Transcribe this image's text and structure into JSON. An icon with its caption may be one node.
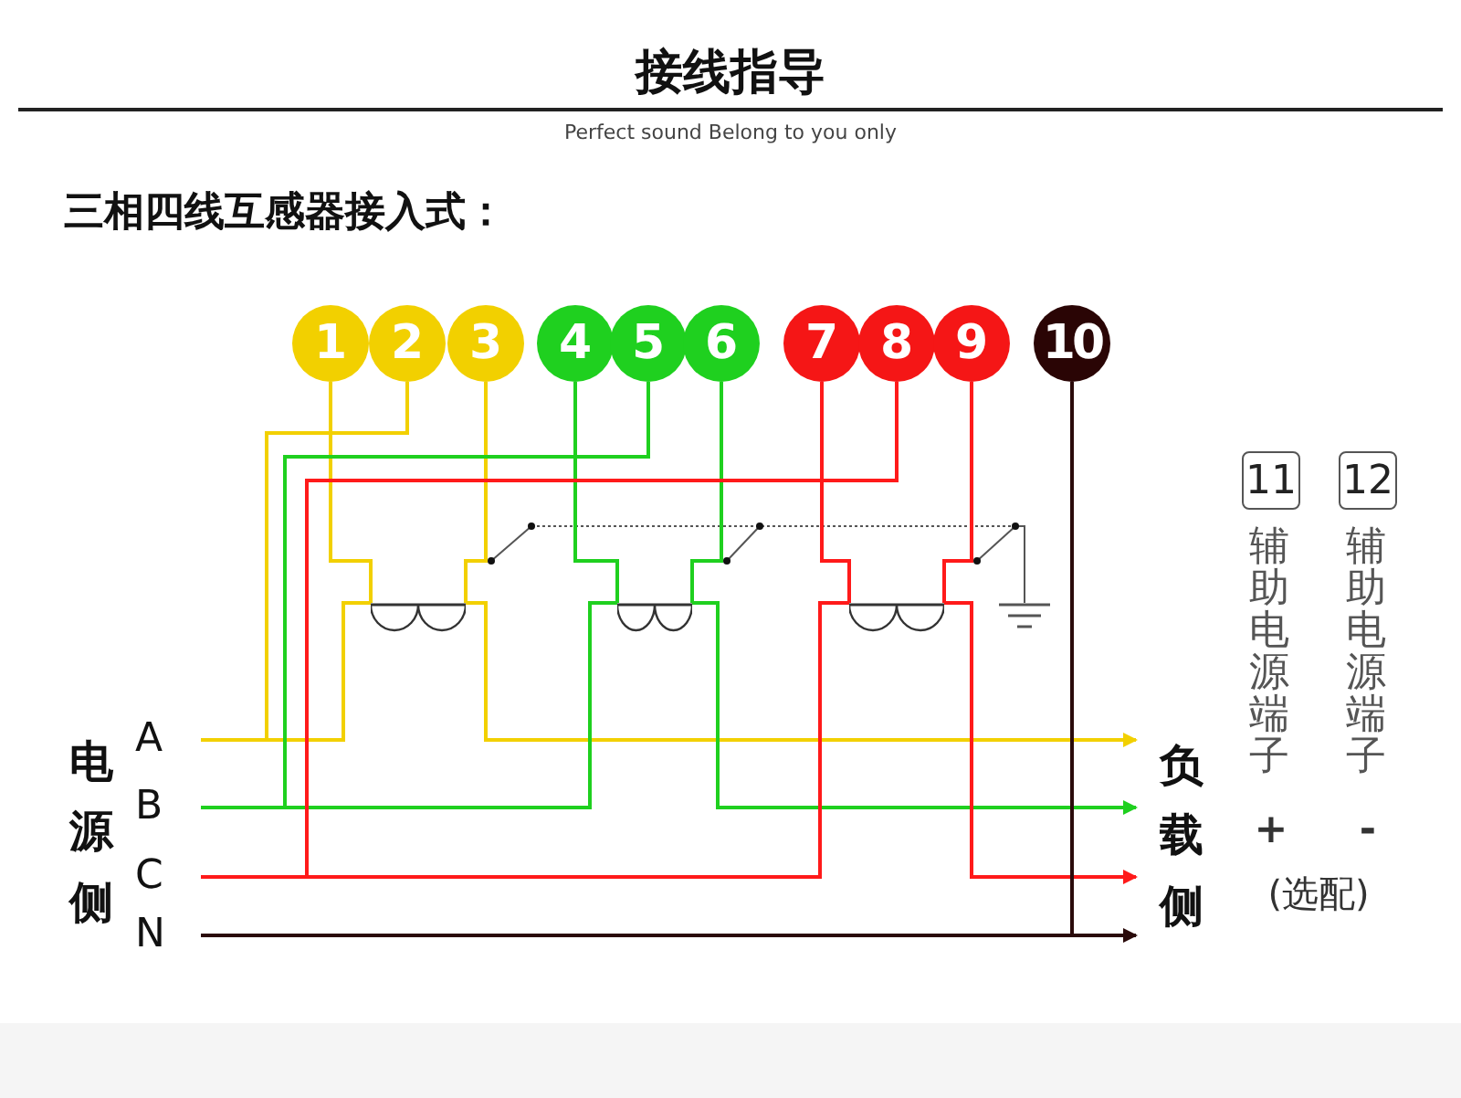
{
  "diagram": {
    "title": "接线指导",
    "nodes": [
      {
        "text": [
          "1"
        ]
      },
      {
        "text": [
          "2"
        ]
      },
      {
        "text": [
          "3"
        ]
      },
      {
        "text": [
          "4"
        ]
      },
      {
        "text": [
          "5"
        ]
      },
      {
        "text": [
          "6"
        ]
      },
      {
        "text": [
          "7"
        ]
      },
      {
        "text": [
          "8"
        ]
      },
      {
        "text": [
          "9"
        ]
      },
      {
        "text": [
          "10"
        ]
      },
      {
        "text": [
          "11"
        ],
        "beside": [
          "辅助电源端子",
          "+"
        ]
      },
      {
        "text": [
          "12"
        ],
        "beside": [
          "辅助电源端子",
          "-"
        ]
      },
      {
        "text": [
          "A"
        ]
      },
      {
        "text": [
          "B"
        ]
      },
      {
        "text": [
          "C"
        ]
      },
      {
        "text": [
          "N"
        ]
      },
      {
        "text": [
          "负载侧"
        ]
      },
      {
        "text": [],
        "shape": "coil"
      },
      {
        "text": [],
        "shape": "coil"
      },
      {
        "text": [],
        "shape": "coil"
      }
    ],
    "edges": [
      {
        "from": 12,
        "to": 17,
        "arrow": "none",
        "color": "#f2d000"
      },
      {
        "from": 17,
        "to": 16,
        "arrow": "to",
        "color": "#f2d000"
      },
      {
        "from": 13,
        "to": 18,
        "arrow": "none",
        "color": "#1fd01f"
      },
      {
        "from": 18,
        "to": 16,
        "arrow": "to",
        "color": "#1fd01f"
      },
      {
        "from": 14,
        "to": 19,
        "arrow": "none",
        "color": "#ff1a1a"
      },
      {
        "from": 19,
        "to": 16,
        "arrow": "to",
        "color": "#ff1a1a"
      },
      {
        "from": 15,
        "to": 16,
        "arrow": "to",
        "color": "#2a0a0a"
      },
      {
        "from": 0,
        "to": 17,
        "arrow": "none",
        "color": "#f2d000"
      },
      {
        "from": 2,
        "to": 17,
        "arrow": "none",
        "color": "#f2d000"
      },
      {
        "from": 1,
        "to": null,
        "arrow": "none",
        "color": "#f2d000"
      },
      {
        "from": 3,
        "to": 18,
        "arrow": "none",
        "color": "#1fd01f"
      },
      {
        "from": 5,
        "to": 18,
        "arrow": "none",
        "color": "#1fd01f"
      },
      {
        "from": 4,
        "to": null,
        "arrow": "none",
        "color": "#1fd01f"
      },
      {
        "from": 6,
        "to": 19,
        "arrow": "none",
        "color": "#ff1a1a"
      },
      {
        "from": 8,
        "to": 19,
        "arrow": "none",
        "color": "#ff1a1a"
      },
      {
        "from": 7,
        "to": null,
        "arrow": "none",
        "color": "#ff1a1a"
      },
      {
        "from": 9,
        "to": null,
        "arrow": "none",
        "color": "#2a0a0a"
      }
    ],
    "labels": [
      "Perfect sound Belong to you only",
      "三相四线互感器接入式：",
      "电源侧",
      "(选配)"
    ]
  }
}
